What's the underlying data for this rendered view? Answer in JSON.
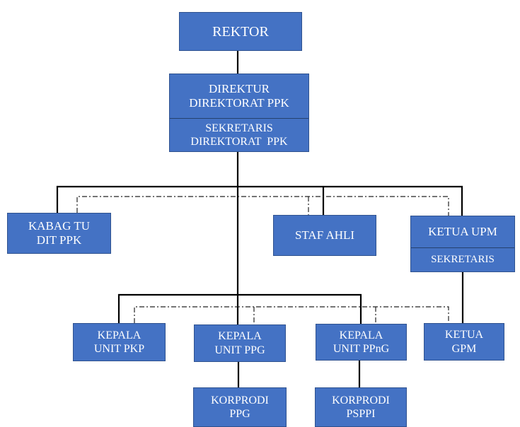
{
  "colors": {
    "box_fill": "#4472c4",
    "box_border": "#2f528f",
    "text": "#ffffff",
    "line": "#000000"
  },
  "nodes": {
    "rektor": {
      "lines": [
        "REKTOR"
      ]
    },
    "direktur": {
      "primary": [
        "DIREKTUR",
        "DIREKTORAT PPK"
      ],
      "secondary": [
        "SEKRETARIS",
        "DIREKTORAT  PPK"
      ]
    },
    "kabag_tu": {
      "lines": [
        "KABAG TU",
        "DIT PPK"
      ]
    },
    "staf_ahli": {
      "lines": [
        "STAF AHLI"
      ]
    },
    "ketua_upm": {
      "primary": [
        "KETUA UPM"
      ],
      "secondary": [
        "SEKRETARIS"
      ]
    },
    "kepala_unit_pkp": {
      "lines": [
        "KEPALA",
        "UNIT PKP"
      ]
    },
    "kepala_unit_ppg": {
      "lines": [
        "KEPALA",
        "UNIT PPG"
      ]
    },
    "kepala_unit_ppng": {
      "lines": [
        "KEPALA",
        "UNIT PPnG"
      ]
    },
    "ketua_gpm": {
      "lines": [
        "KETUA",
        "GPM"
      ]
    },
    "korprodi_ppg": {
      "lines": [
        "KORPRODI",
        "PPG"
      ]
    },
    "korprodi_psppi": {
      "lines": [
        "KORPRODI",
        "PSPPI"
      ]
    }
  },
  "relations": [
    {
      "from": "rektor",
      "to": "direktur",
      "type": "command"
    },
    {
      "from": "direktur",
      "to": "kabag_tu",
      "type": "command"
    },
    {
      "from": "direktur",
      "to": "staf_ahli",
      "type": "command"
    },
    {
      "from": "direktur",
      "to": "ketua_upm",
      "type": "command"
    },
    {
      "from": "direktur",
      "to": "kepala_unit_pkp",
      "type": "command"
    },
    {
      "from": "direktur",
      "to": "kepala_unit_ppg",
      "type": "command"
    },
    {
      "from": "direktur",
      "to": "kepala_unit_ppng",
      "type": "command"
    },
    {
      "from": "ketua_upm",
      "to": "ketua_gpm",
      "type": "command"
    },
    {
      "from": "kepala_unit_ppg",
      "to": "korprodi_ppg",
      "type": "command"
    },
    {
      "from": "kepala_unit_ppng",
      "to": "korprodi_psppi",
      "type": "command"
    },
    {
      "from": "kabag_tu",
      "to": "staf_ahli",
      "type": "coordination"
    },
    {
      "from": "staf_ahli",
      "to": "ketua_upm",
      "type": "coordination"
    },
    {
      "from": "kepala_unit_pkp",
      "to": "kepala_unit_ppg",
      "type": "coordination"
    },
    {
      "from": "kepala_unit_ppg",
      "to": "kepala_unit_ppng",
      "type": "coordination"
    },
    {
      "from": "kepala_unit_ppng",
      "to": "ketua_gpm",
      "type": "coordination"
    }
  ]
}
